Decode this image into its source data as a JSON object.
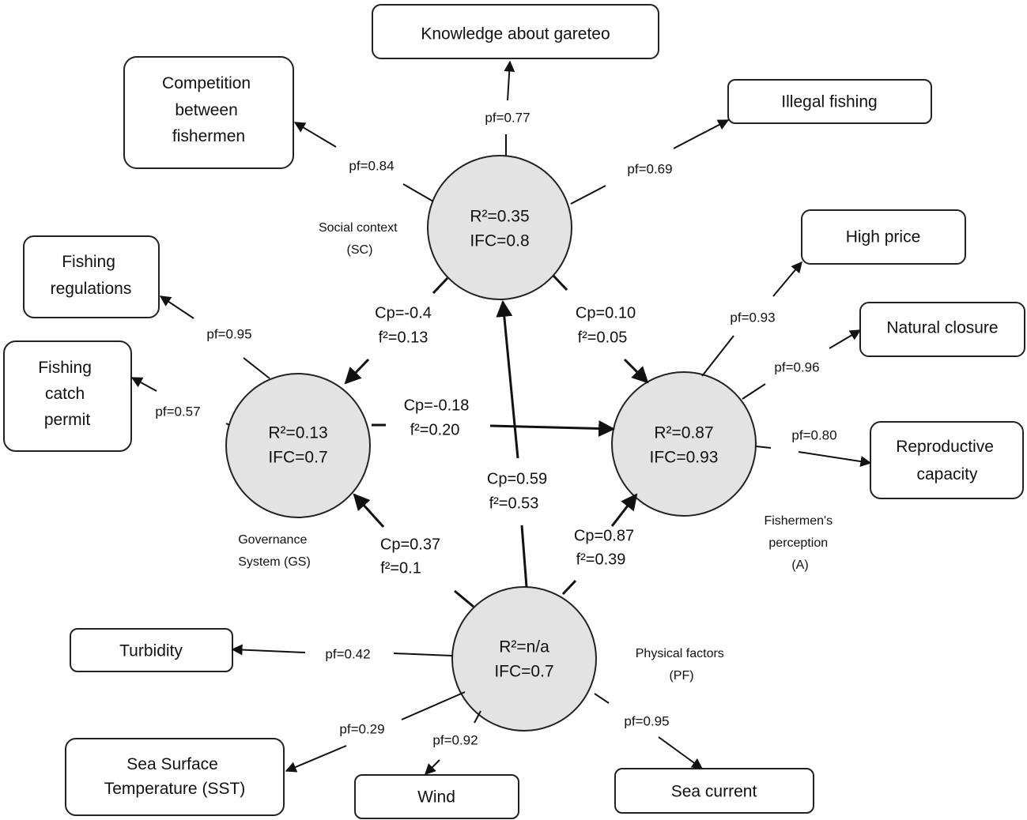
{
  "constructs": {
    "sc": {
      "r2": "R²=0.35",
      "ifc": "IFC=0.8",
      "name_lines": [
        "Social context",
        "(SC)"
      ]
    },
    "gs": {
      "r2": "R²=0.13",
      "ifc": "IFC=0.7",
      "name_lines": [
        "Governance",
        "System (GS)"
      ]
    },
    "a": {
      "r2": "R²=0.87",
      "ifc": "IFC=0.93",
      "name_lines": [
        "Fishermen's",
        "perception",
        "(A)"
      ]
    },
    "pf": {
      "r2": "R²=n/a",
      "ifc": "IFC=0.7",
      "name_lines": [
        "Physical factors",
        "(PF)"
      ]
    }
  },
  "indicators": {
    "knowledge": {
      "lines": [
        "Knowledge about gareteo"
      ],
      "pf": "pf=0.77"
    },
    "competition": {
      "lines": [
        "Competition",
        "between",
        "fishermen"
      ],
      "pf": "pf=0.84"
    },
    "illegal": {
      "lines": [
        "Illegal fishing"
      ],
      "pf": "pf=0.69"
    },
    "high_price": {
      "lines": [
        "High price"
      ],
      "pf": "pf=0.93"
    },
    "natural_closure": {
      "lines": [
        "Natural closure"
      ],
      "pf": "pf=0.96"
    },
    "reproductive": {
      "lines": [
        "Reproductive",
        "capacity"
      ],
      "pf": "pf=0.80"
    },
    "regulations": {
      "lines": [
        "Fishing",
        "regulations"
      ],
      "pf": "pf=0.95"
    },
    "permit": {
      "lines": [
        "Fishing",
        "catch",
        "permit"
      ],
      "pf": "pf=0.57"
    },
    "turbidity": {
      "lines": [
        "Turbidity"
      ],
      "pf": "pf=0.42"
    },
    "sst": {
      "lines": [
        "Sea Surface",
        "Temperature (SST)"
      ],
      "pf": "pf=0.29"
    },
    "wind": {
      "lines": [
        "Wind"
      ],
      "pf": "pf=0.92"
    },
    "sea_current": {
      "lines": [
        "Sea current"
      ],
      "pf": "pf=0.95"
    }
  },
  "paths": {
    "sc_to_gs": {
      "cp": "Cp=-0.4",
      "f2": "f²=0.13"
    },
    "sc_to_a": {
      "cp": "Cp=0.10",
      "f2": "f²=0.05"
    },
    "gs_to_a": {
      "cp": "Cp=-0.18",
      "f2": "f²=0.20"
    },
    "pf_to_sc": {
      "cp": "Cp=0.59",
      "f2": "f²=0.53"
    },
    "pf_to_gs": {
      "cp": "Cp=0.37",
      "f2": "f²=0.1"
    },
    "pf_to_a": {
      "cp": "Cp=0.87",
      "f2": "f²=0.39"
    }
  }
}
